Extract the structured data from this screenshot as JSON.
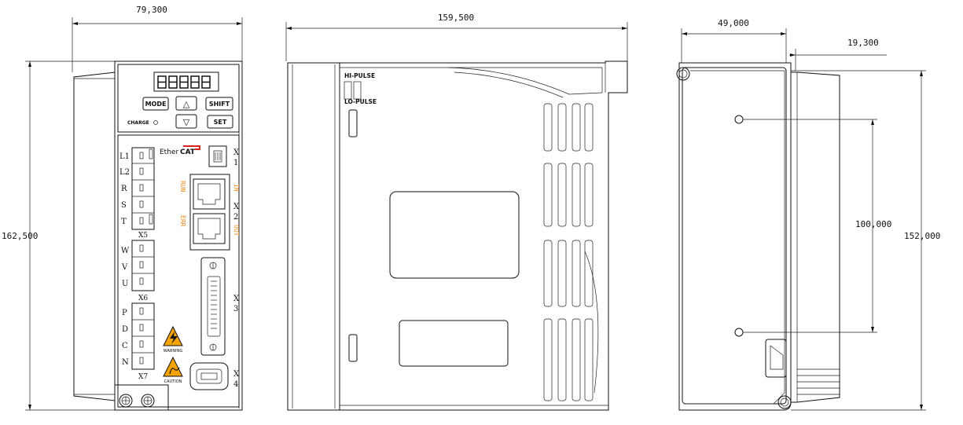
{
  "dimensions": {
    "front_width": "79,300",
    "front_height": "162,500",
    "side_depth": "159,500",
    "rear_width": "49,000",
    "rear_offset": "19,300",
    "hole_pitch": "100,000",
    "rear_height": "152,000"
  },
  "front_panel": {
    "buttons": {
      "mode": "MODE",
      "shift": "SHIFT",
      "set": "SET",
      "up": "△",
      "down": "▽"
    },
    "charge_label": "CHARGE",
    "fieldbus_logo_prefix": "Ether",
    "fieldbus_logo_suffix": "CAT",
    "power_terminals": [
      "L1",
      "L2",
      "R",
      "S",
      "T"
    ],
    "motor_terminals": [
      "W",
      "V",
      "U"
    ],
    "regen_terminals": [
      "P",
      "D",
      "C",
      "N"
    ],
    "connector_labels": {
      "x5": "X5",
      "x6": "X6",
      "x7": "X7",
      "x1": "X1",
      "x2": "X2",
      "x3": "X3",
      "x4": "X4"
    },
    "led_run": "RUN",
    "led_err": "ERR",
    "port_in": "IN",
    "port_out": "OUT",
    "warning_label": "WARNING",
    "caution_label": "CAUTION"
  },
  "side_panel": {
    "hi_pulse": "HI-PULSE",
    "lo_pulse": "LO-PULSE"
  }
}
